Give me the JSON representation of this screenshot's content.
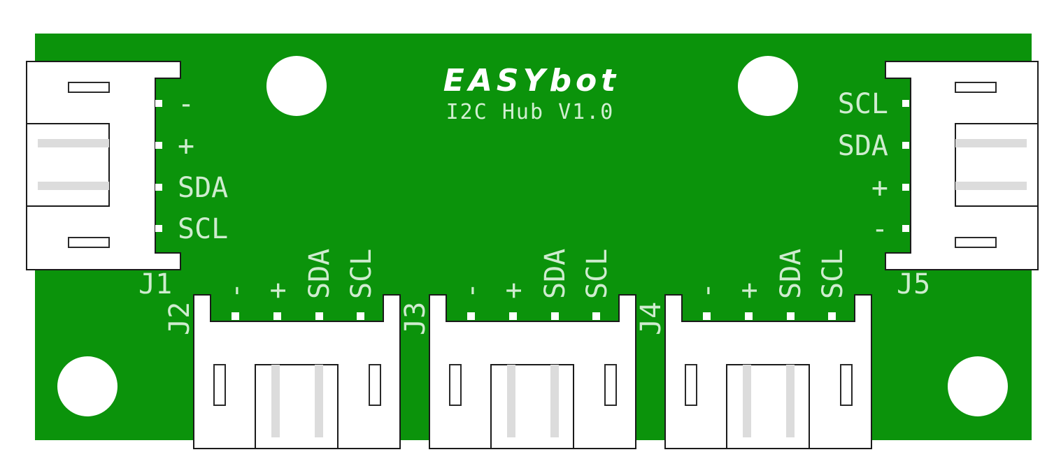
{
  "board": {
    "brand": "EASYbot",
    "title": "I2C Hub V1.0",
    "colors": {
      "pcb": "#0b930b",
      "silkscreen": "#cfeccf",
      "connector": "#ffffff"
    }
  },
  "connectors": {
    "j1": {
      "ref": "J1",
      "pins": [
        "-",
        "+",
        "SDA",
        "SCL"
      ]
    },
    "j2": {
      "ref": "J2",
      "pins": [
        "-",
        "+",
        "SDA",
        "SCL"
      ]
    },
    "j3": {
      "ref": "J3",
      "pins": [
        "-",
        "+",
        "SDA",
        "SCL"
      ]
    },
    "j4": {
      "ref": "J4",
      "pins": [
        "-",
        "+",
        "SDA",
        "SCL"
      ]
    },
    "j5": {
      "ref": "J5",
      "pins": [
        "SCL",
        "SDA",
        "+",
        "-"
      ]
    }
  }
}
